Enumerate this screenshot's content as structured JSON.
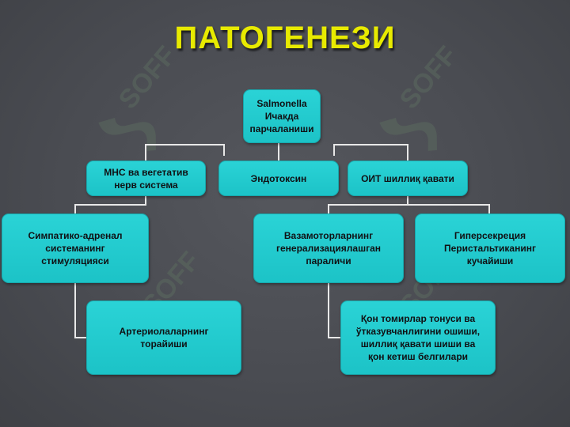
{
  "title": "ПАТОГЕНЕЗИ",
  "watermark_text": "SOFF",
  "colors": {
    "background": "#4a4c52",
    "title": "#e8ea00",
    "node_fill": "#22cbce",
    "node_text": "#101114",
    "connector": "#e8e8e8"
  },
  "nodes": {
    "salmonella": "Salmonella\nИчакда\nпарчаланиши",
    "mns": "МНС ва вегетатив\nнерв система",
    "endotoxin": "Эндотоксин",
    "oit": "ОИТ шиллиқ қавати",
    "simpatiko": "Симпатико-адренал\nсистеманинг\nстимуляцияси",
    "vazomotor": "Вазамоторларнинг\nгенерализациялашган\nпараличи",
    "gipersekretsiya": "Гиперсекреция\nПеристальтиканинг\nкучайиши",
    "arteriol": "Артериолаларнинг\nторайиши",
    "qon": "Қон томирлар тонуси ва\nўтказувчанлигини ошиши,\nшиллиқ қавати шиши ва\nқон кетиш белгилари"
  }
}
